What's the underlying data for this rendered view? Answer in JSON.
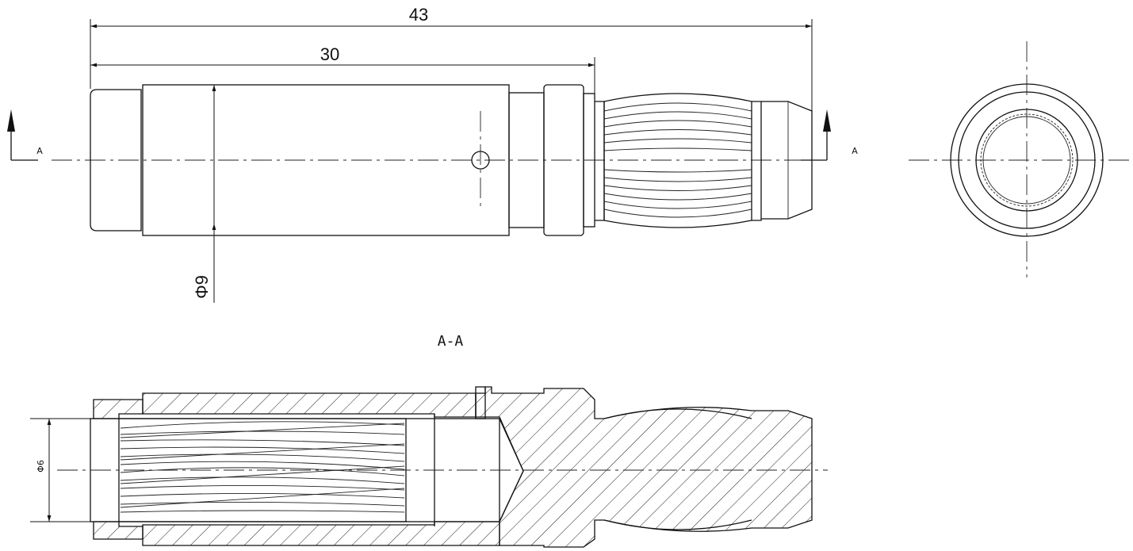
{
  "dimensions": {
    "overall_length": "43",
    "body_length": "30",
    "outer_diameter": "Φ9",
    "inner_diameter": "Φ6"
  },
  "section": {
    "marker_left": "A",
    "marker_right": "A",
    "title": "A-A"
  },
  "colors": {
    "line": "#111111",
    "background": "#ffffff"
  }
}
